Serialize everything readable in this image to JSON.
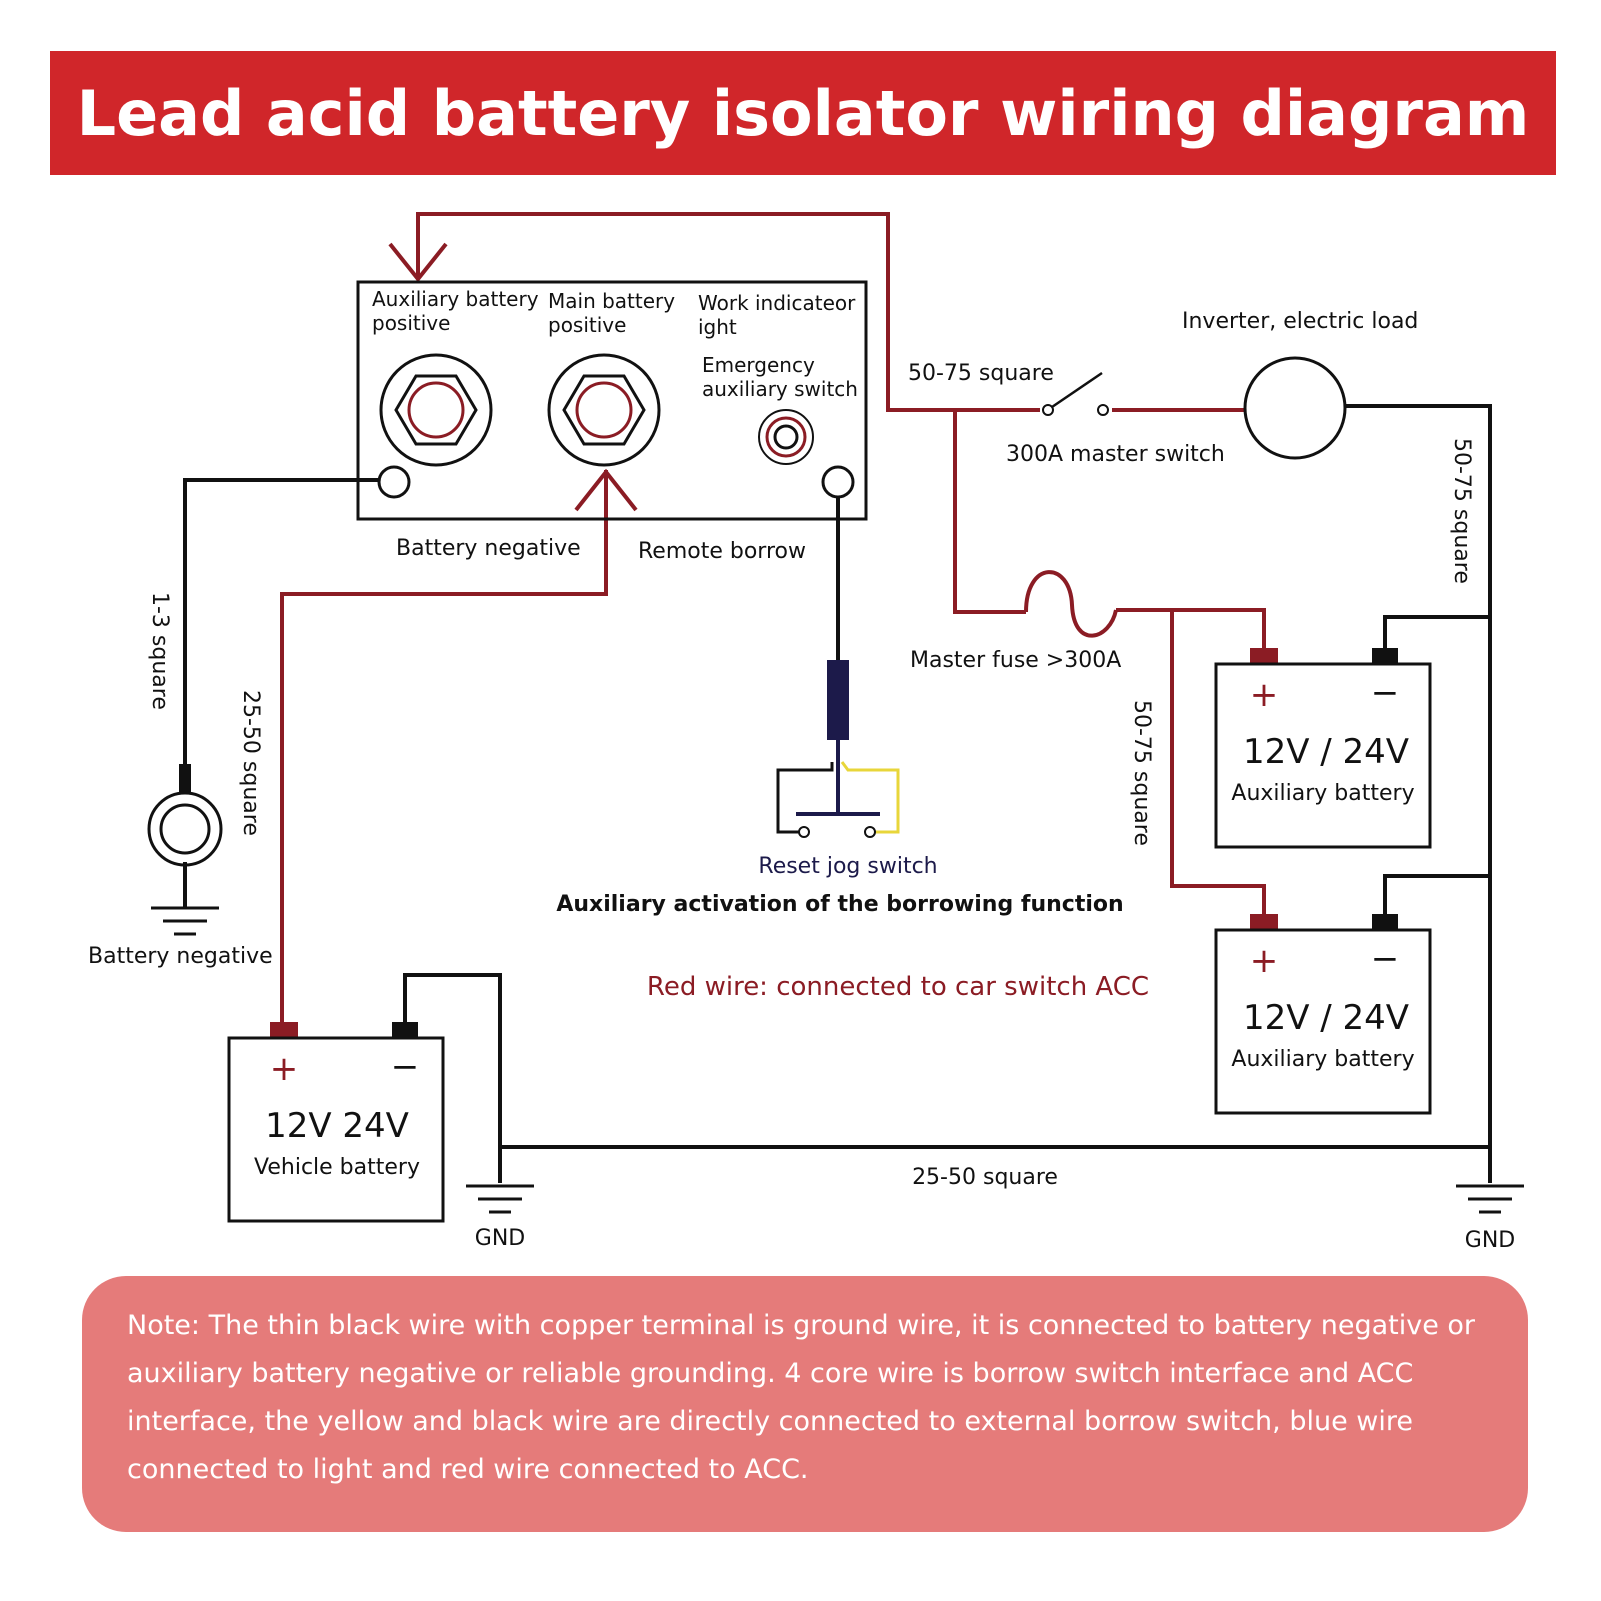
{
  "title": "Lead acid battery isolator wiring diagram",
  "colors": {
    "banner": "#d0262a",
    "red_wire": "#8b1c24",
    "black_wire": "#111111",
    "yellow_wire": "#e8d63a",
    "navy": "#1c1a4a",
    "note_bg": "#e57b7a",
    "acc_text": "#8b1c24"
  },
  "isolator": {
    "aux_positive": "Auxiliary battery positive",
    "main_positive": "Main battery positive",
    "work_indicator": "Work indicateor ight",
    "emergency_switch": "Emergency auxiliary switch",
    "battery_negative": "Battery negative",
    "remote_borrow": "Remote borrow"
  },
  "labels": {
    "square_50_75_top": "50-75 square",
    "master_switch": "300A master switch",
    "inverter": "Inverter, electric load",
    "square_50_75_right": "50-75 square",
    "master_fuse": "Master fuse >300A",
    "square_50_75_mid": "50-75 square",
    "square_1_3": "1-3 square",
    "square_25_50_left": "25-50 square",
    "ground_battery_negative": "Battery negative",
    "reset_jog": "Reset jog switch",
    "aux_activation": "Auxiliary activation of the borrowing function",
    "red_wire_note": "Red wire: connected to car switch ACC",
    "square_25_50_bottom": "25-50 square",
    "gnd_left": "GND",
    "gnd_right": "GND"
  },
  "batteries": {
    "vehicle": {
      "plus": "+",
      "minus": "−",
      "voltage": "12V  24V",
      "name": "Vehicle battery"
    },
    "aux1": {
      "plus": "+",
      "minus": "−",
      "voltage": "12V / 24V",
      "name": "Auxiliary battery"
    },
    "aux2": {
      "plus": "+",
      "minus": "−",
      "voltage": "12V / 24V",
      "name": "Auxiliary battery"
    }
  },
  "note": "Note: The thin black wire with copper terminal is ground wire, it is connected to battery negative or auxiliary battery negative or reliable grounding. 4 core wire is borrow switch interface and ACC interface, the yellow and black wire are directly connected to external borrow switch, blue wire connected to light and red wire connected to ACC."
}
